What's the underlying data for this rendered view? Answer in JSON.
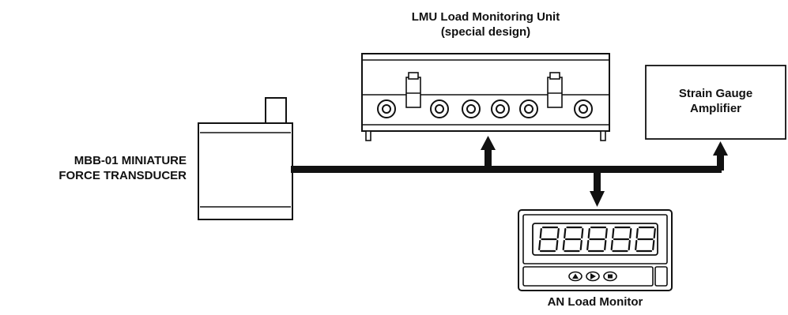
{
  "lmu": {
    "title_line1": "LMU Load Monitoring Unit",
    "title_line2": "(special design)"
  },
  "amplifier": {
    "label_line1": "Strain Gauge",
    "label_line2": "Amplifier"
  },
  "transducer": {
    "label_line1": "MBB-01 MINIATURE",
    "label_line2": "FORCE TRANSDUCER"
  },
  "an_monitor": {
    "label": "AN Load Monitor",
    "display": "88888",
    "button_icons": [
      "up-arrow-icon",
      "right-arrow-icon",
      "stop-square-icon"
    ]
  },
  "colors": {
    "line": "#111111",
    "fill": "#ffffff"
  }
}
